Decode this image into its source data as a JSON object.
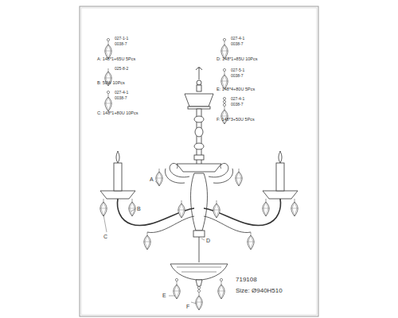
{
  "diagram": {
    "labels": [
      "027-1-1",
      "0038-7",
      "A: 148*1+65U 5Pcs",
      "025-8-2",
      "B: 50W 10Pcs",
      "027-4-1",
      "0038-7",
      "C: 148*1+80U 10Pcs",
      "027-4-1",
      "0038-7",
      "D: 148*1+85U 10Pcs",
      "027-5-1",
      "0038-7",
      "E: 148*4+80U 5Pcs",
      "027-4-1",
      "0038-7",
      "F: 148*3+50U 5Pcs",
      "A",
      "B",
      "C",
      "D",
      "E",
      "F",
      "719108",
      "Size: Ø940H510"
    ]
  }
}
